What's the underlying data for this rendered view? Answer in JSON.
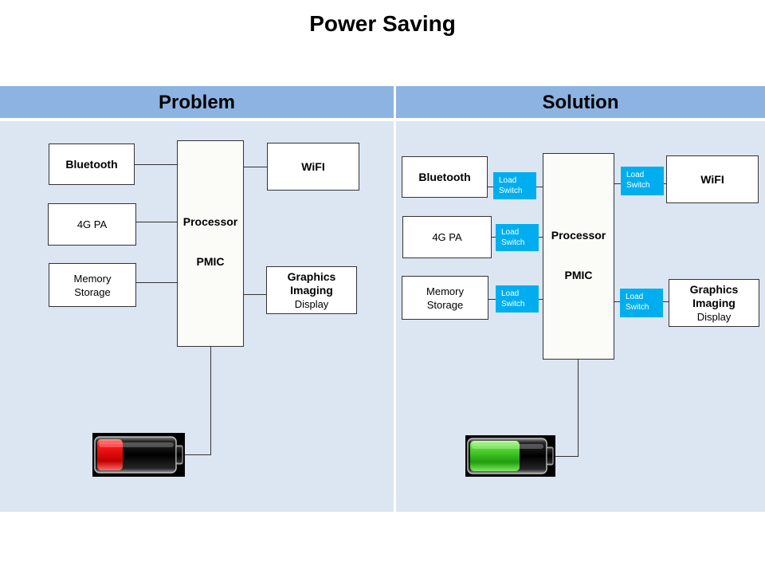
{
  "page": {
    "title": "Power Saving"
  },
  "problem": {
    "header": "Problem",
    "bluetooth": "Bluetooth",
    "pa": "4G PA",
    "memory": [
      "Memory",
      "Storage"
    ],
    "wifi": "WiFI",
    "graphics": [
      "Graphics",
      "Imaging"
    ],
    "display": "Display",
    "processor": "Processor",
    "pmic": "PMIC",
    "battery_color": "#ff1a1a",
    "battery_level": 0.3
  },
  "solution": {
    "header": "Solution",
    "bluetooth": "Bluetooth",
    "pa": "4G PA",
    "memory": [
      "Memory",
      "Storage"
    ],
    "wifi": "WiFI",
    "graphics": [
      "Graphics",
      "Imaging"
    ],
    "display": "Display",
    "processor": "Processor",
    "pmic": "PMIC",
    "load_switch": [
      "Load",
      "Switch"
    ],
    "battery_color": "#39d21f",
    "battery_level": 0.65
  },
  "colors": {
    "header": "#8db3e2",
    "panel": "#dce6f2",
    "load_switch": "#00aeef"
  }
}
